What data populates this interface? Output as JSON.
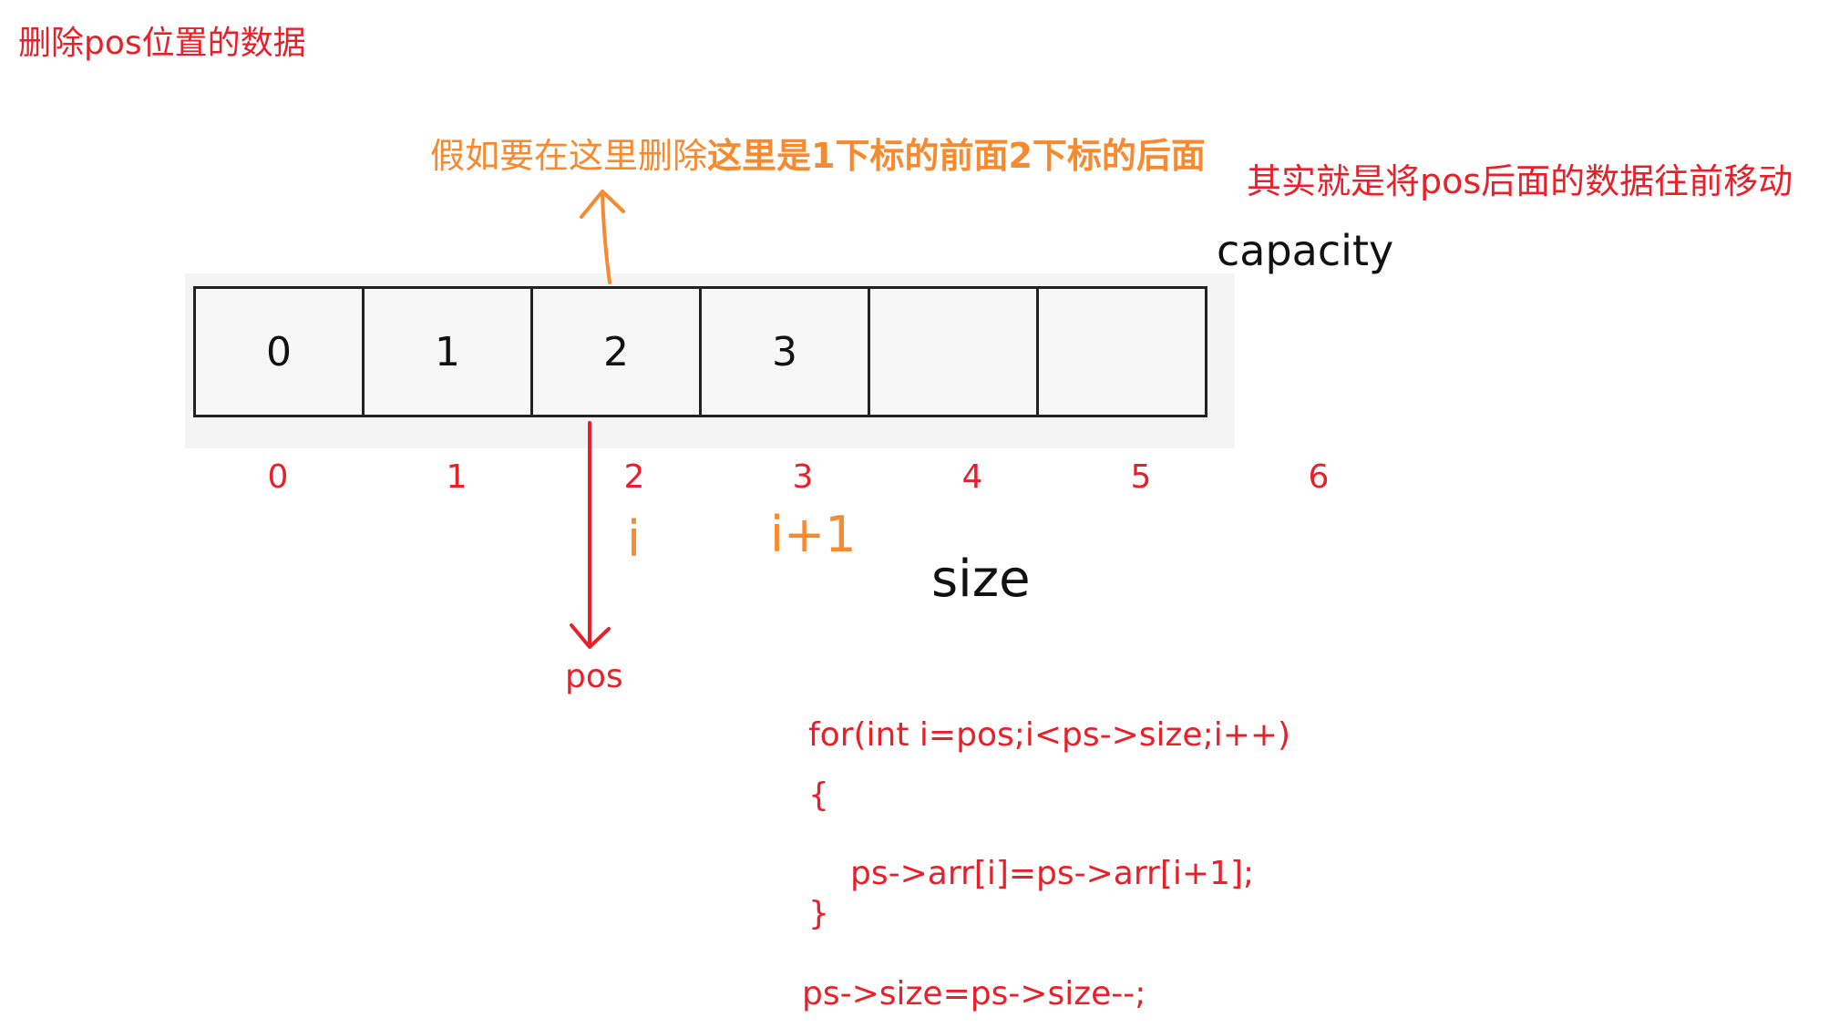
{
  "title": "删除pos位置的数据",
  "annotation_orange": {
    "normal": "假如要在这里删除",
    "bold": "这里是1下标的前面2下标的后面"
  },
  "annotation_red": "其实就是将pos后面的数据往前移动",
  "capacity_label": "capacity",
  "size_label": "size",
  "array_cells": [
    "0",
    "1",
    "2",
    "3",
    "",
    ""
  ],
  "indices": [
    "0",
    "1",
    "2",
    "3",
    "4",
    "5",
    "6"
  ],
  "var_i": "i",
  "var_i_plus_1": "i+1",
  "pos_label": "pos",
  "code": {
    "line1": "for(int i=pos;i<ps->size;i++)",
    "line2": "{",
    "line3": "ps->arr[i]=ps->arr[i+1];",
    "line4": "}",
    "line5": "ps->size=ps->size--;"
  },
  "colors": {
    "red": "#e8202a",
    "orange": "#f7892f",
    "text": "#111111"
  }
}
